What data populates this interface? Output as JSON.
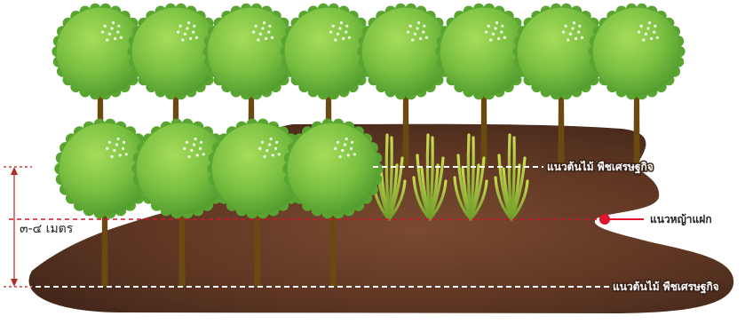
{
  "labels": {
    "measure": "๓-๔ เมตร",
    "row_top": "แนวต้นไม้ พืชเศรษฐกิจ",
    "row_bottom": "แนวต้นไม้ พืชเศรษฐกิจ",
    "vetiver_row": "แนวหญ้าแฝก"
  },
  "colors": {
    "soil_dark": "#4a2c1e",
    "soil_mid": "#6b3f29",
    "canopy": "#7cc142",
    "canopy_dark": "#4f9a2e",
    "trunk": "#6b4a12",
    "vetiver_line": "#d0142c",
    "measure_arrow": "#b5261e"
  }
}
